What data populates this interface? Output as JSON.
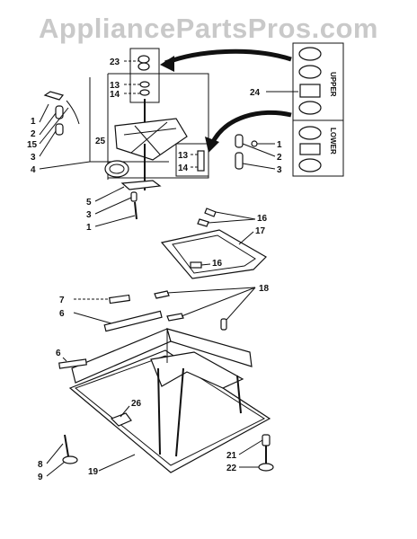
{
  "watermark": "AppliancePartsPros.com",
  "side_labels": {
    "upper": "UPPER",
    "lower": "LOWER"
  },
  "callouts": {
    "c1a": "1",
    "c2a": "2",
    "c15": "15",
    "c3a": "3",
    "c4": "4",
    "c23": "23",
    "c13a": "13",
    "c14a": "14",
    "c25": "25",
    "c13b": "13",
    "c14b": "14",
    "c1b": "1",
    "c2b": "2",
    "c3b": "3",
    "c24": "24",
    "c5": "5",
    "c3c": "3",
    "c1c": "1",
    "c16a": "16",
    "c17": "17",
    "c16b": "16",
    "c7": "7",
    "c6a": "6",
    "c18": "18",
    "c6b": "6",
    "c26": "26",
    "c8": "8",
    "c9": "9",
    "c19": "19",
    "c21": "21",
    "c22": "22"
  }
}
